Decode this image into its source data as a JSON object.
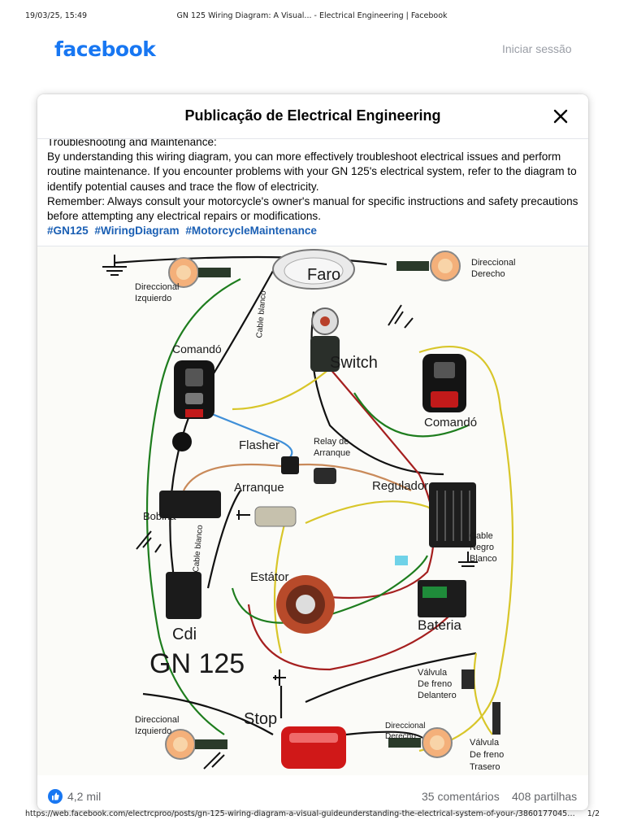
{
  "print_header": {
    "timestamp": "19/03/25, 15:49",
    "title": "GN 125 Wiring Diagram: A Visual... - Electrical Engineering | Facebook"
  },
  "print_footer": {
    "url": "https://web.facebook.com/electrcproo/posts/gn-125-wiring-diagram-a-visual-guideunderstanding-the-electrical-system-of-your-/386017704566902...",
    "page": "1/2"
  },
  "nav": {
    "logo": "facebook",
    "login": "Iniciar sessão"
  },
  "modal": {
    "title": "Publicação de Electrical Engineering",
    "post": {
      "paragraphs": [
        "Troubleshooting and Maintenance:",
        "By understanding this wiring diagram, you can more effectively troubleshoot electrical issues and perform routine maintenance. If you encounter problems with your GN 125's electrical system, refer to the diagram to identify potential causes and trace the flow of electricity.",
        "Remember: Always consult your motorcycle's owner's manual for specific instructions and safety precautions before attempting any electrical repairs or modifications."
      ],
      "hashtags": [
        "#GN125",
        "#WiringDiagram",
        "#MotorcycleMaintenance"
      ]
    }
  },
  "diagram": {
    "labels": {
      "faro": "Faro",
      "dir_der_1": "Direccional",
      "dir_der_2": "Derecho",
      "dir_izq_1": "Direccional",
      "dir_izq_2": "Izquierdo",
      "cable_blanco_top": "Cable blanco",
      "comando_left": "Comandó",
      "switch": "Switch",
      "comando_right": "Comandó",
      "flasher": "Flasher",
      "relay_1": "Relay de",
      "relay_2": "Arranque",
      "arranque": "Arranque",
      "regulador": "Regulador",
      "bobina": "Bobina",
      "cable_blanco_mid": "Cable blanco",
      "cable_negro_1": "Cable",
      "cable_negro_2": "Negro",
      "cable_negro_3": "Blanco",
      "estator": "Estátor",
      "bateria": "Bateria",
      "cdi": "Cdi",
      "model": "GN 125",
      "valv_del_1": "Válvula",
      "valv_del_2": "De freno",
      "valv_del_3": "Delantero",
      "stop": "Stop",
      "dir_izq_b_1": "Direccional",
      "dir_izq_b_2": "Izquierdo",
      "dir_der_b_1": "Direccional",
      "dir_der_b_2": "Derecho",
      "valv_tra_1": "Válvula",
      "valv_tra_2": "De freno",
      "valv_tra_3": "Trasero"
    }
  },
  "stats": {
    "likes": "4,2 mil",
    "comments": "35 comentários",
    "shares": "408 partilhas"
  },
  "colors": {
    "brand": "#1877f2",
    "hashtag": "#1a5fb4"
  }
}
